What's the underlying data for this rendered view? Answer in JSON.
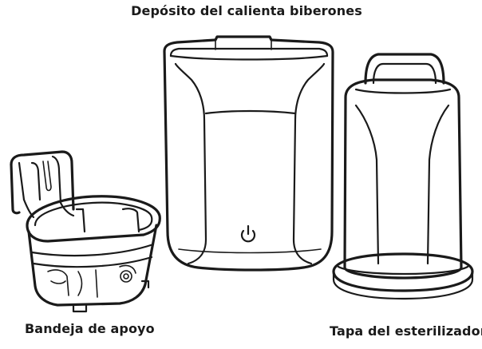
{
  "labels": {
    "reservoir": "Depósito del calienta biberones",
    "tray": "Bandeja de apoyo",
    "lid": "Tapa del esterilizador"
  },
  "parts": [
    {
      "id": "support-tray",
      "icon": "support-tray-illustration"
    },
    {
      "id": "warmer-reservoir",
      "icon": "bottle-warmer-reservoir-illustration"
    },
    {
      "id": "sterilizer-lid",
      "icon": "sterilizer-lid-illustration"
    }
  ],
  "colors": {
    "line": "#1a1a1a",
    "background": "#ffffff"
  }
}
